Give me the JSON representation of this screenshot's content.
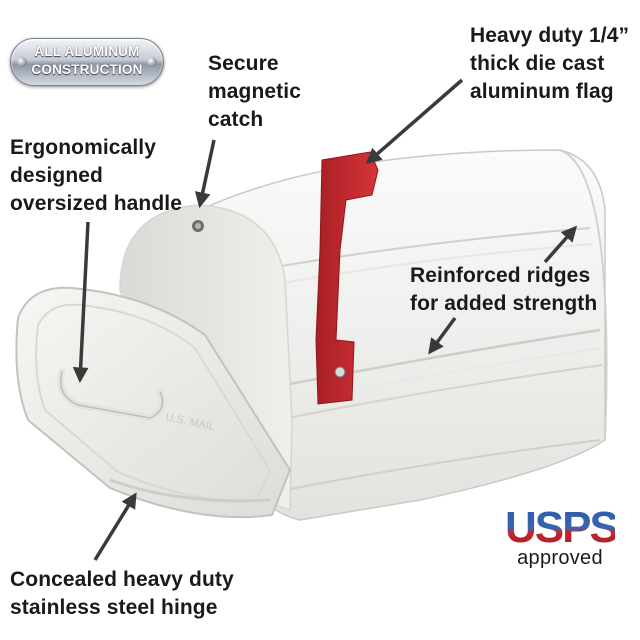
{
  "badge": {
    "line1": "ALL ALUMINUM",
    "line2": "CONSTRUCTION"
  },
  "callouts": {
    "catch": [
      "Secure",
      "magnetic",
      "catch"
    ],
    "handle": [
      "Ergonomically",
      "designed",
      "oversized handle"
    ],
    "flag": [
      "Heavy duty 1/4”",
      "thick die cast",
      "aluminum flag"
    ],
    "ridges": [
      "Reinforced ridges",
      "for added strength"
    ],
    "hinge": [
      "Concealed heavy duty",
      "stainless steel hinge"
    ]
  },
  "usps": {
    "mark": "USPS",
    "sub": "approved"
  },
  "colors": {
    "flag": "#c0282c",
    "mailbox": "#f4f4f2",
    "arrow": "#3a3a3a",
    "usps_blue": "#2b5ea8",
    "usps_red": "#c1272d"
  }
}
